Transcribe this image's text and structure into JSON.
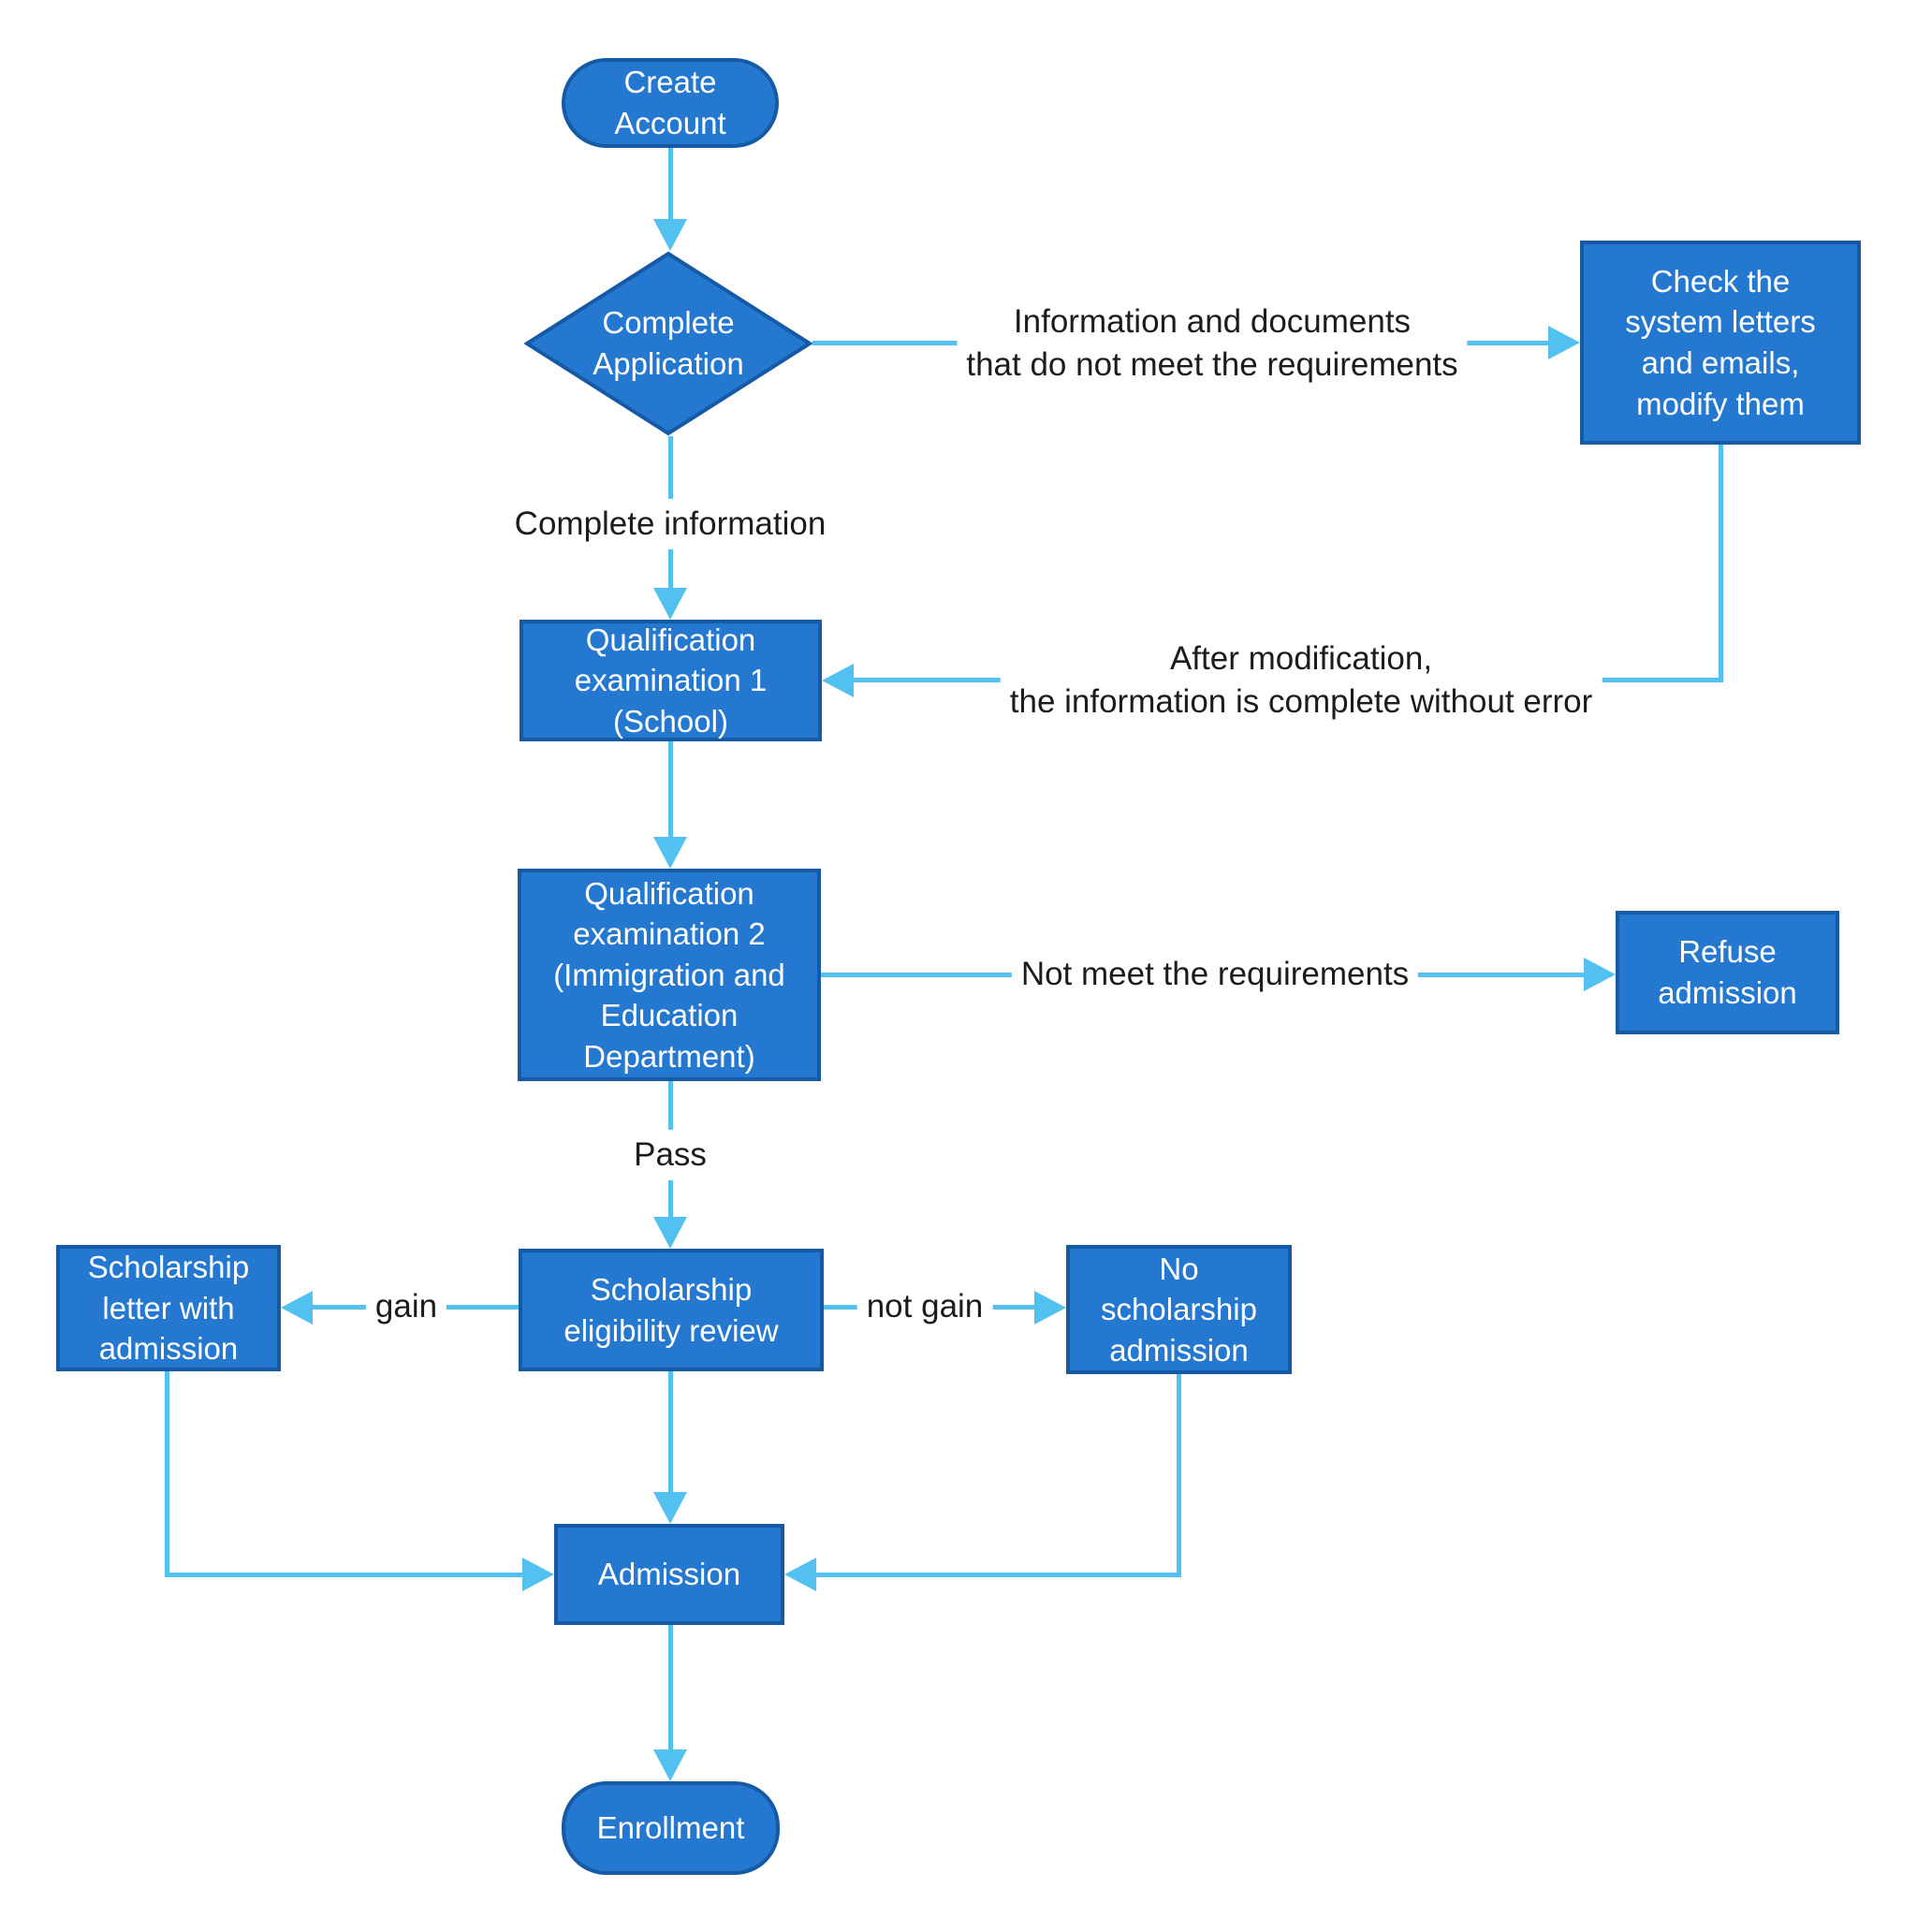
{
  "colors": {
    "node_fill": "#2478cf",
    "node_border": "#1659a5",
    "arrow": "#53c1f0",
    "node_text": "#ffffff",
    "label_text": "#1c1c1c",
    "background": "#ffffff"
  },
  "nodes": {
    "create_account": {
      "label": "Create\nAccount",
      "shape": "terminator"
    },
    "complete_application": {
      "label": "Complete\nApplication",
      "shape": "decision"
    },
    "check_system": {
      "label": "Check the\nsystem letters\nand emails,\nmodify them",
      "shape": "process"
    },
    "qualification_exam_1": {
      "label": "Qualification\nexamination 1\n(School)",
      "shape": "process"
    },
    "qualification_exam_2": {
      "label": "Qualification\nexamination 2\n(Immigration and\nEducation\nDepartment)",
      "shape": "process"
    },
    "refuse_admission": {
      "label": "Refuse\nadmission",
      "shape": "process"
    },
    "scholarship_review": {
      "label": "Scholarship\neligibility review",
      "shape": "process"
    },
    "scholarship_letter": {
      "label": "Scholarship\nletter with\nadmission",
      "shape": "process"
    },
    "no_scholarship": {
      "label": "No\nscholarship\nadmission",
      "shape": "process"
    },
    "admission": {
      "label": "Admission",
      "shape": "process"
    },
    "enrollment": {
      "label": "Enrollment",
      "shape": "terminator"
    }
  },
  "edge_labels": {
    "info_not_meet": "Information and documents\nthat do not meet the requirements",
    "complete_information": "Complete information",
    "after_modification": "After modification,\nthe information is complete without error",
    "not_meet": "Not meet the requirements",
    "pass": "Pass",
    "gain": "gain",
    "not_gain": "not gain"
  }
}
